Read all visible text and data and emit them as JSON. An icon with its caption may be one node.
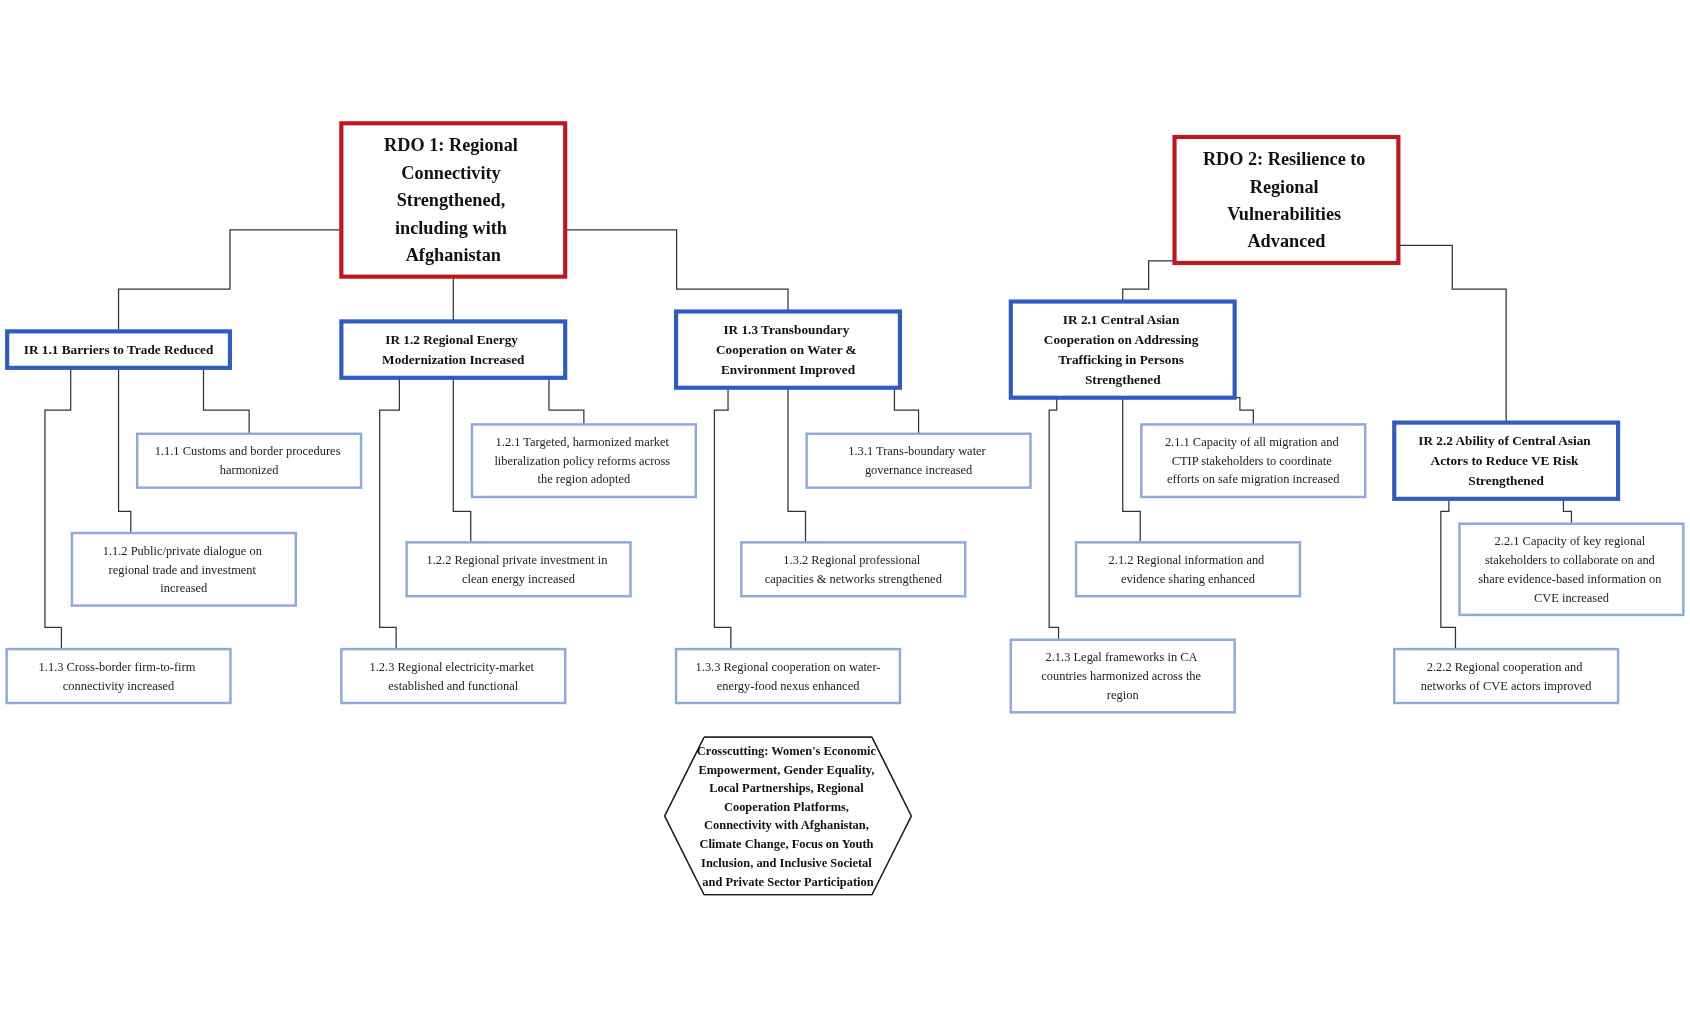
{
  "diagram": {
    "nodes": [
      {
        "text": [
          "RDO 1: Regional Connectivity Strengthened, including with Afghanistan"
        ]
      },
      {
        "text": [
          "IR 1.1 Barriers to Trade Reduced"
        ]
      },
      {
        "text": [
          "1.1.1 Customs and border procedures harmonized"
        ]
      },
      {
        "text": [
          "1.1.2 Public/private dialogue on regional trade and investment increased"
        ]
      },
      {
        "text": [
          "1.1.3 Cross-border firm-to-firm connectivity increased"
        ]
      },
      {
        "text": [
          "IR 1.2 Regional Energy Modernization Increased"
        ]
      },
      {
        "text": [
          "1.2.1 Targeted, harmonized market liberalization policy reforms across the region adopted"
        ]
      },
      {
        "text": [
          "1.2.2 Regional private investment in clean energy increased"
        ]
      },
      {
        "text": [
          "1.2.3 Regional electricity-market established and functional"
        ]
      },
      {
        "text": [
          "IR 1.3 Transboundary Cooperation on Water & Environment Improved"
        ]
      },
      {
        "text": [
          "1.3.1 Trans-boundary water governance increased"
        ]
      },
      {
        "text": [
          "1.3.2 Regional professional capacities & networks strengthened"
        ]
      },
      {
        "text": [
          "1.3.3 Regional cooperation on water-energy-food nexus enhanced"
        ]
      },
      {
        "text": [
          "RDO 2: Resilience to Regional Vulnerabilities Advanced"
        ]
      },
      {
        "text": [
          "IR 2.1 Central Asian Cooperation on Addressing Trafficking in Persons Strengthened"
        ]
      },
      {
        "text": [
          "2.1.1 Capacity of all migration and CTIP stakeholders to coordinate efforts on safe migration increased"
        ]
      },
      {
        "text": [
          "2.1.2 Regional information and evidence sharing enhanced"
        ]
      },
      {
        "text": [
          "2.1.3 Legal frameworks in CA countries harmonized across the region"
        ]
      },
      {
        "text": [
          "IR 2.2 Ability of Central Asian Actors to Reduce VE Risk Strengthened"
        ]
      },
      {
        "text": [
          "2.2.1 Capacity of key regional stakeholders to collaborate on and share evidence-based information on CVE increased"
        ]
      },
      {
        "text": [
          "2.2.2 Regional cooperation and networks of CVE actors improved"
        ]
      },
      {
        "text": [
          "Crosscutting: Women's Economic Empowerment, Gender Equality, Local Partnerships, Regional Cooperation Platforms, Connectivity with Afghanistan, Climate Change, Focus on Youth Inclusion, and Inclusive Societal and Private Sector Participation"
        ]
      }
    ],
    "edges": [
      {
        "from": 0,
        "to": 1,
        "arrow": "none"
      },
      {
        "from": 0,
        "to": 5,
        "arrow": "none"
      },
      {
        "from": 0,
        "to": 9,
        "arrow": "none"
      },
      {
        "from": 1,
        "to": 2,
        "arrow": "none"
      },
      {
        "from": 1,
        "to": 3,
        "arrow": "none"
      },
      {
        "from": 1,
        "to": 4,
        "arrow": "none"
      },
      {
        "from": 5,
        "to": 6,
        "arrow": "none"
      },
      {
        "from": 5,
        "to": 7,
        "arrow": "none"
      },
      {
        "from": 5,
        "to": 8,
        "arrow": "none"
      },
      {
        "from": 9,
        "to": 10,
        "arrow": "none"
      },
      {
        "from": 9,
        "to": 11,
        "arrow": "none"
      },
      {
        "from": 9,
        "to": 12,
        "arrow": "none"
      },
      {
        "from": 13,
        "to": 14,
        "arrow": "none"
      },
      {
        "from": 13,
        "to": 18,
        "arrow": "none"
      },
      {
        "from": 14,
        "to": 15,
        "arrow": "none"
      },
      {
        "from": 14,
        "to": 16,
        "arrow": "none"
      },
      {
        "from": 14,
        "to": 17,
        "arrow": "none"
      },
      {
        "from": 18,
        "to": 19,
        "arrow": "none"
      },
      {
        "from": 18,
        "to": 20,
        "arrow": "none"
      }
    ]
  }
}
